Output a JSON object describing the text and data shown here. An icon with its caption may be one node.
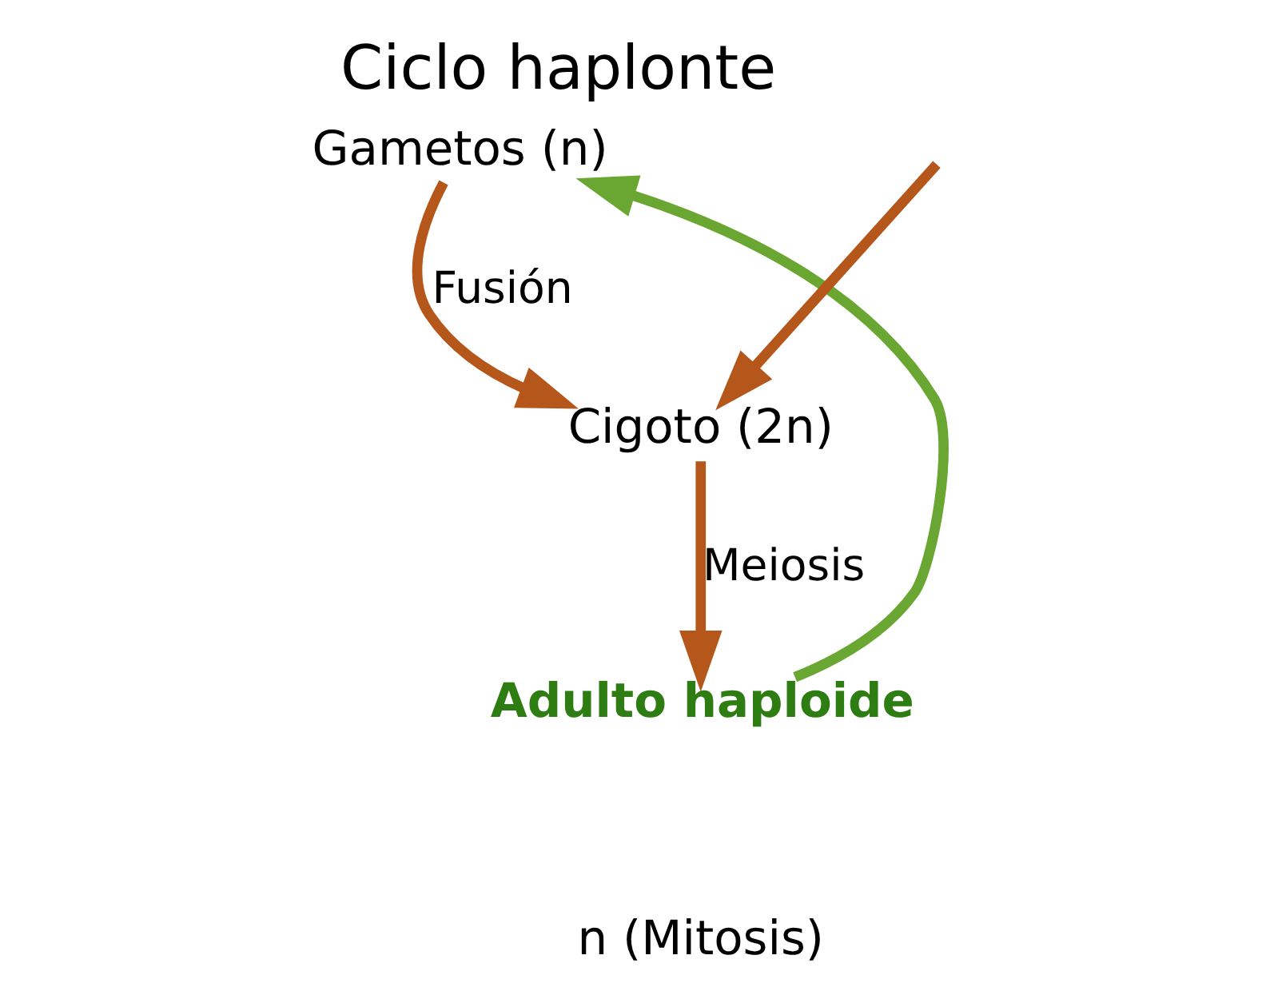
{
  "diagram": {
    "title": "Ciclo haplonte",
    "nodes": [
      {
        "text": [
          "Gametos (n)"
        ]
      },
      {
        "text": [
          "Cigoto (2n)"
        ]
      },
      {
        "text": [
          "Adulto haploide"
        ]
      }
    ],
    "edges": [
      {
        "from": 0,
        "to": 1,
        "arrow": "to",
        "label": "Fusión"
      },
      {
        "from": null,
        "to": 1,
        "arrow": "to"
      },
      {
        "from": 1,
        "to": 2,
        "arrow": "to",
        "label": "Meiosis"
      },
      {
        "from": 2,
        "to": 0,
        "arrow": "to",
        "color": "#6aa632"
      }
    ],
    "labels": [
      "n (Mitosis)"
    ]
  }
}
